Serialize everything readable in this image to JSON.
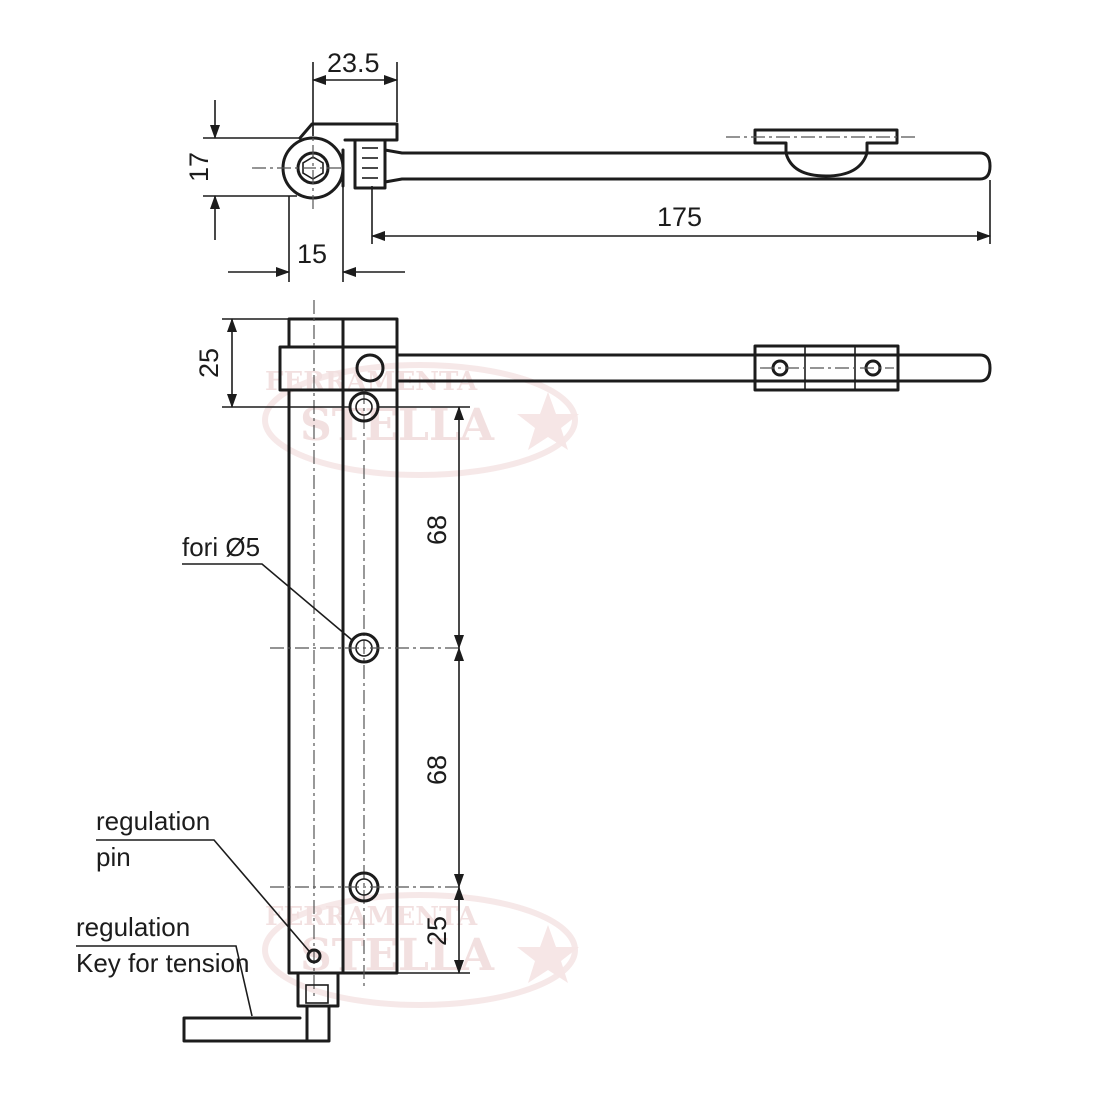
{
  "dimensions": {
    "top_width": "23.5",
    "top_height": "17",
    "top_offset": "15",
    "arm_length": "175",
    "block_height": "25",
    "hole_spacing_1": "68",
    "hole_spacing_2": "68",
    "bottom_offset": "25"
  },
  "annotations": {
    "holes": "fori Ø5",
    "pin_line1": "regulation",
    "pin_line2": "pin",
    "key_line1": "regulation",
    "key_line2": "Key for tension"
  },
  "watermark": {
    "line1": "FERRAMENTA",
    "line2": "STELLA",
    "color": "#e8c8c8"
  }
}
